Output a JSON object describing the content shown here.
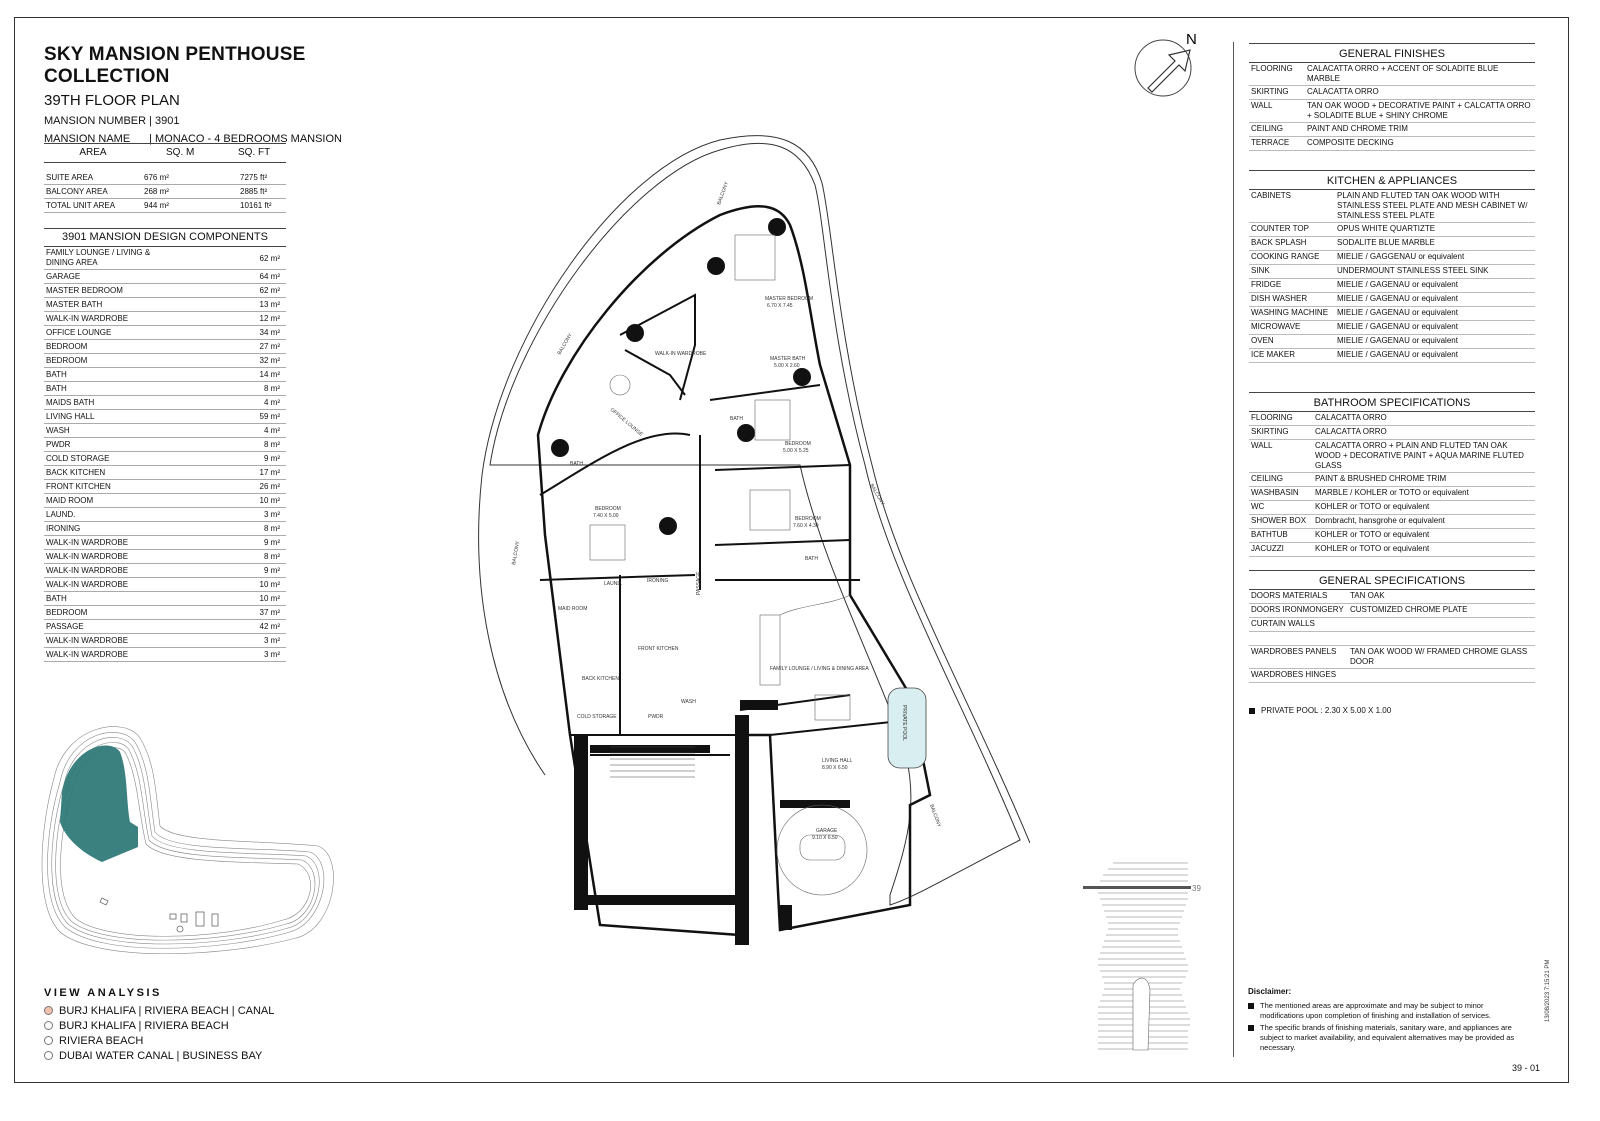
{
  "header": {
    "collection": "SKY MANSION PENTHOUSE COLLECTION",
    "floor": "39TH FLOOR PLAN",
    "mansion_number_label": "MANSION NUMBER",
    "mansion_number": "| 3901",
    "mansion_name_label": "MANSION NAME",
    "mansion_name": "| MONACO - 4 BEDROOMS MANSION"
  },
  "area_table": {
    "headers": [
      "AREA",
      "SQ. M",
      "SQ. FT"
    ],
    "rows": [
      [
        "SUITE AREA",
        "676 m²",
        "7275 ft²"
      ],
      [
        "BALCONY AREA",
        "268 m²",
        "2885 ft²"
      ],
      [
        "TOTAL UNIT AREA",
        "944 m²",
        "10161 ft²"
      ]
    ]
  },
  "components": {
    "title": "3901 MANSION DESIGN COMPONENTS",
    "rows": [
      [
        "FAMILY LOUNGE / LIVING & DINING AREA",
        "62 m²"
      ],
      [
        "GARAGE",
        "64 m²"
      ],
      [
        "MASTER BEDROOM",
        "62 m²"
      ],
      [
        "MASTER BATH",
        "13 m²"
      ],
      [
        "WALK-IN WARDROBE",
        "12 m²"
      ],
      [
        "OFFICE LOUNGE",
        "34 m²"
      ],
      [
        "BEDROOM",
        "27 m²"
      ],
      [
        "BEDROOM",
        "32 m²"
      ],
      [
        "BATH",
        "14 m²"
      ],
      [
        "BATH",
        "8 m²"
      ],
      [
        "MAIDS BATH",
        "4 m²"
      ],
      [
        "LIVING HALL",
        "59 m²"
      ],
      [
        "WASH",
        "4 m²"
      ],
      [
        "PWDR",
        "8 m²"
      ],
      [
        "COLD STORAGE",
        "9 m²"
      ],
      [
        "BACK KITCHEN",
        "17 m²"
      ],
      [
        "FRONT KITCHEN",
        "26 m²"
      ],
      [
        "MAID ROOM",
        "10 m²"
      ],
      [
        "LAUND.",
        "3 m²"
      ],
      [
        "IRONING",
        "8 m²"
      ],
      [
        "WALK-IN WARDROBE",
        "9 m²"
      ],
      [
        "WALK-IN WARDROBE",
        "8 m²"
      ],
      [
        "WALK-IN WARDROBE",
        "9 m²"
      ],
      [
        "WALK-IN WARDROBE",
        "10 m²"
      ],
      [
        "BATH",
        "10 m²"
      ],
      [
        "BEDROOM",
        "37 m²"
      ],
      [
        "PASSAGE",
        "42 m²"
      ],
      [
        "WALK-IN WARDROBE",
        "3 m²"
      ],
      [
        "WALK-IN WARDROBE",
        "3 m²"
      ]
    ]
  },
  "view_analysis": {
    "title": "VIEW ANALYSIS",
    "items": [
      {
        "label": "BURJ KHALIFA | RIVIERA BEACH | CANAL",
        "selected": true
      },
      {
        "label": "BURJ KHALIFA | RIVIERA BEACH",
        "selected": false
      },
      {
        "label": "RIVIERA BEACH",
        "selected": false
      },
      {
        "label": "DUBAI WATER CANAL | BUSINESS BAY",
        "selected": false
      }
    ]
  },
  "compass": {
    "label": "N"
  },
  "plan_labels": {
    "balcony": "BALCONY",
    "master_bedroom": "MASTER BEDROOM",
    "master_bedroom_dim": "6.70 X 7.45",
    "walk_in_wardrobe": "WALK-IN WARDROBE",
    "master_bath": "MASTER BATH",
    "master_bath_dim": "5.00 X 2.60",
    "office_lounge": "OFFICE LOUNGE",
    "bath": "BATH",
    "bedroom": "BEDROOM",
    "bedroom1_dim": "5.00 X 5.25",
    "bedroom2_dim": "7.40 X 5.00",
    "bedroom3_dim": "7.60 X 4.30",
    "maid_room": "MAID ROOM",
    "laund": "LAUND.",
    "ironing": "IRONING",
    "passage": "PASSAGE",
    "front_kitchen": "FRONT KITCHEN",
    "back_kitchen": "BACK KITCHEN",
    "cold_storage": "COLD STORAGE",
    "pwdr": "PWDR",
    "wash": "WASH",
    "family_lounge": "FAMILY LOUNGE / LIVING & DINING AREA",
    "living_hall": "LIVING HALL",
    "living_hall_dim": "8.90 X 6.50",
    "garage": "GARAGE",
    "garage_dim": "9.10 X 6.50",
    "private_pool": "PRIVATE POOL",
    "floor_marker": "39"
  },
  "general_finishes": {
    "title": "GENERAL FINISHES",
    "rows": [
      [
        "FLOORING",
        "CALACATTA ORRO + ACCENT OF SOLADITE BLUE MARBLE"
      ],
      [
        "SKIRTING",
        "CALACATTA ORRO"
      ],
      [
        "WALL",
        "TAN OAK WOOD + DECORATIVE PAINT + CALCATTA ORRO + SOLADITE BLUE + SHINY CHROME"
      ],
      [
        "CEILING",
        "PAINT AND CHROME TRIM"
      ],
      [
        "TERRACE",
        "COMPOSITE DECKING"
      ]
    ]
  },
  "kitchen": {
    "title": "KITCHEN & APPLIANCES",
    "rows": [
      [
        "CABINETS",
        "PLAIN AND FLUTED TAN OAK WOOD WITH STAINLESS STEEL PLATE AND MESH CABINET W/ STAINLESS STEEL PLATE"
      ],
      [
        "COUNTER TOP",
        "OPUS WHITE QUARTIZTE"
      ],
      [
        "BACK SPLASH",
        "SODALITE BLUE MARBLE"
      ],
      [
        "COOKING RANGE",
        "MIELIE / GAGGENAU or equivalent"
      ],
      [
        "SINK",
        "UNDERMOUNT STAINLESS STEEL SINK"
      ],
      [
        "FRIDGE",
        "MIELIE / GAGENAU or equivalent"
      ],
      [
        "DISH WASHER",
        "MIELIE / GAGENAU or equivalent"
      ],
      [
        "WASHING MACHINE",
        "MIELIE / GAGENAU or equivalent"
      ],
      [
        "MICROWAVE",
        "MIELIE / GAGENAU or equivalent"
      ],
      [
        "OVEN",
        "MIELIE / GAGENAU or equivalent"
      ],
      [
        "ICE MAKER",
        "MIELIE / GAGENAU or equivalent"
      ]
    ]
  },
  "bathroom": {
    "title": "BATHROOM SPECIFICATIONS",
    "rows": [
      [
        "FLOORING",
        "CALACATTA ORRO"
      ],
      [
        "SKIRTING",
        "CALACATTA ORRO"
      ],
      [
        "WALL",
        "CALACATTA ORRO + PLAIN AND FLUTED TAN OAK WOOD + DECORATIVE PAINT + AQUA MARINE FLUTED GLASS"
      ],
      [
        "CEILING",
        "PAINT & BRUSHED CHROME TRIM"
      ],
      [
        "WASHBASIN",
        "MARBLE / KOHLER or TOTO or equivalent"
      ],
      [
        "WC",
        "KOHLER or TOTO or equivalent"
      ],
      [
        "SHOWER BOX",
        "Dornbracht, hansgrohe or equivalent"
      ],
      [
        "BATHTUB",
        "KOHLER or TOTO or equivalent"
      ],
      [
        "JACUZZI",
        "KOHLER or TOTO or equivalent"
      ]
    ]
  },
  "general_specs": {
    "title": "GENERAL SPECIFICATIONS",
    "rows": [
      [
        "DOORS MATERIALS",
        "TAN OAK"
      ],
      [
        "DOORS IRONMONGERY",
        "CUSTOMIZED CHROME PLATE"
      ],
      [
        "CURTAIN WALLS",
        ""
      ],
      [
        "",
        ""
      ],
      [
        "WARDROBES PANELS",
        "TAN OAK WOOD W/ FRAMED CHROME GLASS DOOR"
      ],
      [
        "WARDROBES HINGES",
        ""
      ]
    ]
  },
  "pool_note": "PRIVATE POOL : 2.30 X 5.00 X 1.00",
  "disclaimer": {
    "title": "Disclaimer:",
    "items": [
      "The mentioned areas are approximate and may be subject to minor modifications upon completion of finishing and installation of services.",
      "The specific brands of finishing materials, sanitary ware, and appliances are subject to market availability, and equivalent alternatives may be provided as necessary."
    ]
  },
  "page_number": "39 - 01",
  "print_stamp": "13/08/2023 7:15:21 PM",
  "colors": {
    "unit_highlight": "#2f7a78",
    "pool": "#d8eef0",
    "selected_dot": "#f0c2ad"
  }
}
